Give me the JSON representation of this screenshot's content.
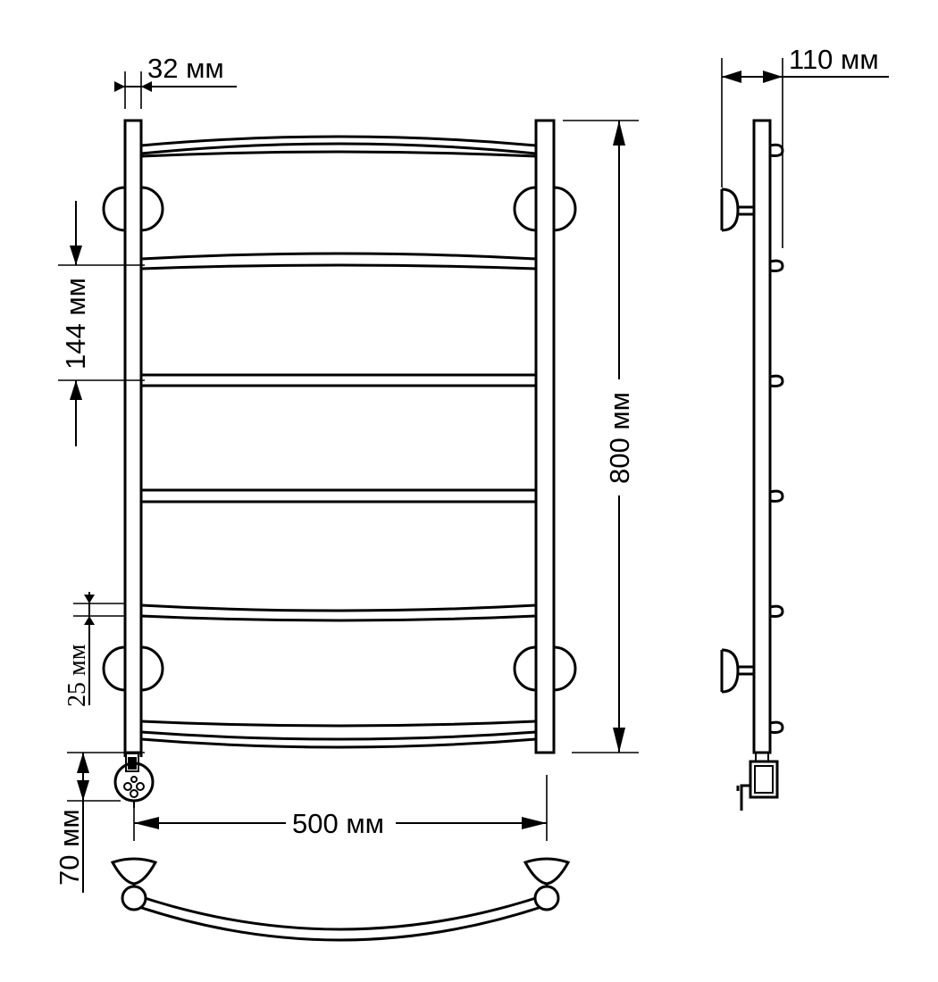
{
  "dimensions": {
    "pipe_width": "32 мм",
    "depth": "110 мм",
    "rung_spacing": "144 мм",
    "height": "800 мм",
    "rung_thickness": "25 мм",
    "bottom_offset": "70 мм",
    "width": "500 мм"
  },
  "colors": {
    "line": "#000000",
    "background": "#ffffff"
  }
}
